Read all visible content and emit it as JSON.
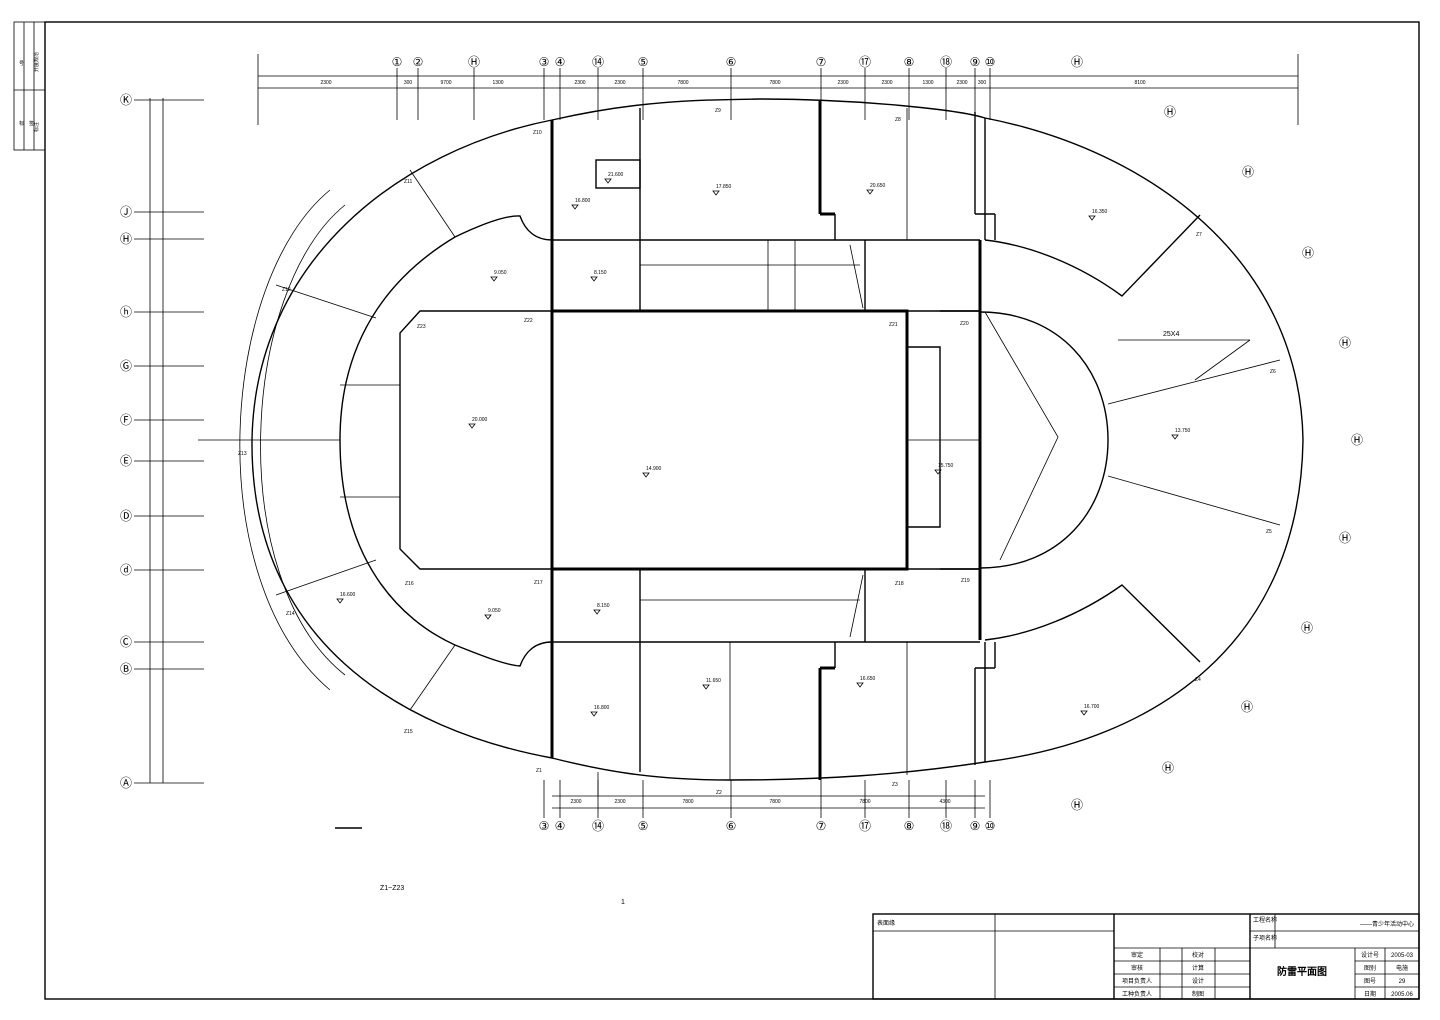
{
  "drawing": {
    "title_block_name": "防雷平面图",
    "project_name": "——青少年活动中心",
    "top_left_stamp": "表面缘",
    "sheet_note": "1",
    "legend_range": "Z1~Z23",
    "direction_label": "25X4",
    "revision_strip": [
      "号",
      "开度规范",
      "标",
      "签",
      "标注",
      "本字",
      "号码"
    ]
  },
  "title_block": {
    "left_col": [
      "审定",
      "审核",
      "项目负责人",
      "工种负责人"
    ],
    "mid_col": [
      "校对",
      "计算",
      "设计",
      "制图"
    ],
    "right_keys": [
      "设计号",
      "图别",
      "图号",
      "日期"
    ],
    "right_vals": [
      "2005-03",
      "电施",
      "29",
      "2005.06"
    ],
    "side_labels": [
      "工程名称",
      "子项名称"
    ]
  },
  "top_axes": [
    "①",
    "②",
    "Ⓗ",
    "③",
    "④",
    "⑭",
    "⑤",
    "⑥",
    "⑦",
    "⑰",
    "⑧",
    "⑱",
    "⑨",
    "⑩",
    "Ⓗ"
  ],
  "bottom_axes": [
    "③",
    "④",
    "⑭",
    "⑤",
    "⑥",
    "⑦",
    "⑰",
    "⑧",
    "⑱",
    "⑨",
    "⑩"
  ],
  "left_axes": [
    "Ⓚ",
    "Ⓙ",
    "Ⓗ",
    "ⓗ",
    "Ⓖ",
    "Ⓕ",
    "Ⓔ",
    "Ⓓ",
    "ⓓ",
    "Ⓒ",
    "Ⓑ",
    "Ⓐ"
  ],
  "right_axes": [
    "Ⓗ",
    "Ⓗ",
    "Ⓗ",
    "Ⓗ",
    "Ⓗ",
    "Ⓗ",
    "Ⓗ",
    "Ⓗ",
    "Ⓗ",
    "Ⓗ"
  ],
  "top_dims": [
    "2300",
    "300",
    "9700",
    "1300",
    "2300",
    "2300",
    "7800",
    "7800",
    "2300",
    "2300",
    "1300",
    "2300",
    "300",
    "8100"
  ],
  "bottom_dims": [
    "2300",
    "2300",
    "7800",
    "7800",
    "7800",
    "4300"
  ],
  "elevations": [
    "16.800",
    "21.600",
    "17.850",
    "20.650",
    "16.350",
    "9.050",
    "8.150",
    "20.000",
    "14.900",
    "15.750",
    "13.750",
    "16.600",
    "9.050",
    "8.150",
    "16.800",
    "11.650",
    "16.650",
    "16.700"
  ],
  "down_conductors": [
    "Z1",
    "Z2",
    "Z3",
    "Z4",
    "Z5",
    "Z6",
    "Z7",
    "Z8",
    "Z9",
    "Z10",
    "Z11",
    "Z12",
    "Z13",
    "Z14",
    "Z15",
    "Z16",
    "Z17",
    "Z18",
    "Z19",
    "Z20",
    "Z21",
    "Z22",
    "Z23"
  ]
}
